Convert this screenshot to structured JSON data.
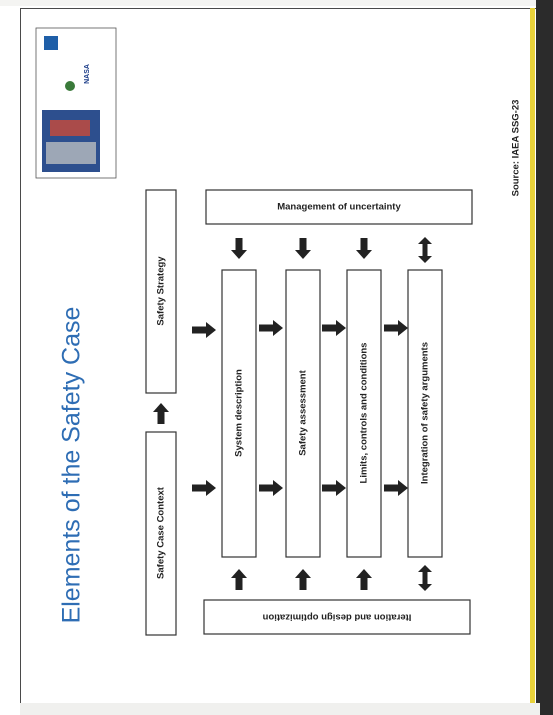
{
  "slide": {
    "title": "Elements of the Safety Case",
    "source": "Source: IAEA SSG-23"
  },
  "boxes": {
    "context": "Safety Case Context",
    "strategy": "Safety Strategy",
    "system": "System description",
    "assessment": "Safety assessment",
    "limits": "Limits, controls and conditions",
    "integration": "Integration of safety arguments",
    "uncertainty": "Management of uncertainty",
    "iteration": "Iteration and design optimization"
  },
  "logos": {
    "nasa": "NASA"
  },
  "colors": {
    "title": "#2e6db4",
    "accent_edge": "#e8d23a"
  }
}
